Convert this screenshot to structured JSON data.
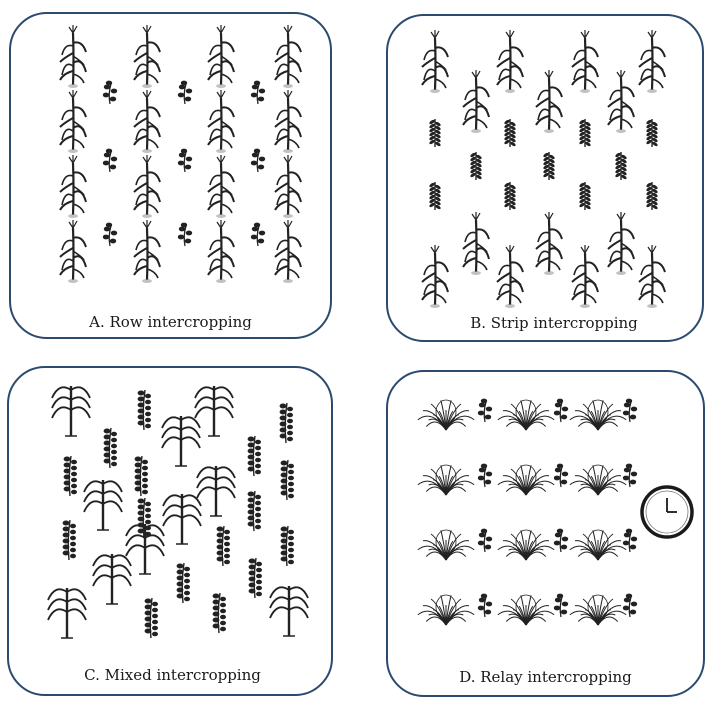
{
  "panels": [
    {
      "id": "a",
      "caption": "A. Row intercropping"
    },
    {
      "id": "b",
      "caption": "B. Strip intercropping"
    },
    {
      "id": "c",
      "caption": "C. Mixed intercropping"
    },
    {
      "id": "d",
      "caption": "D. Relay intercropping"
    }
  ],
  "icons": {
    "tall_crop": "maize-plant-icon",
    "short_crop": "bean-plant-icon",
    "narrow_crop": "wheat-plant-icon",
    "bushy_crop": "bush-plant-icon",
    "time": "clock-icon"
  },
  "colors": {
    "border": "#2b4a70",
    "plant": "#222222"
  }
}
